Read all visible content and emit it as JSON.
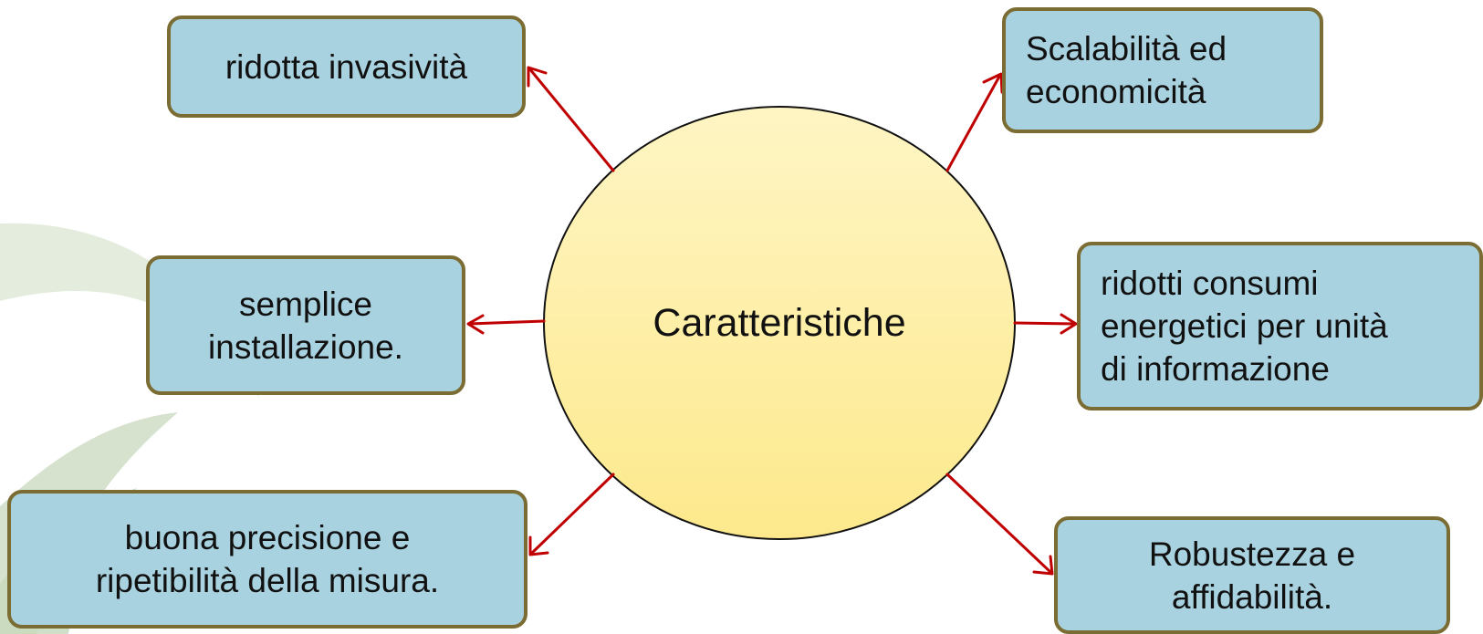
{
  "hub": {
    "label": "Caratteristiche",
    "fill": "#fef5c4",
    "fill_bottom": "#fde98c",
    "stroke": "#111111"
  },
  "nodes": [
    {
      "id": "n1",
      "lines": [
        "ridotta invasività"
      ]
    },
    {
      "id": "n2",
      "lines": [
        "Scalabilità ed",
        "economicità"
      ]
    },
    {
      "id": "n3",
      "lines": [
        "semplice",
        "installazione."
      ]
    },
    {
      "id": "n4",
      "lines": [
        "ridotti consumi",
        "energetici per unità",
        "di informazione"
      ]
    },
    {
      "id": "n5",
      "lines": [
        "buona precisione e",
        "ripetibilità della misura."
      ]
    },
    {
      "id": "n6",
      "lines": [
        "Robustezza e",
        "affidabilità."
      ]
    }
  ],
  "colors": {
    "node_fill": "#a9d2e0",
    "node_border": "#7a6c32",
    "arrow": "#c00000",
    "decor": "#d7e3cf"
  }
}
